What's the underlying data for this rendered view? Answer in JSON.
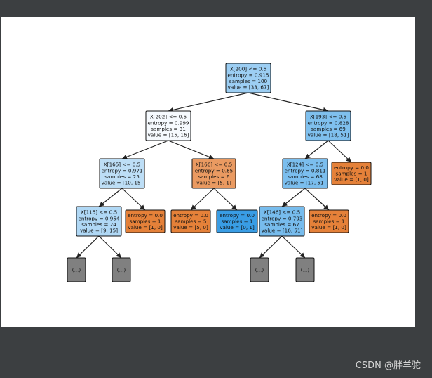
{
  "nodes": [
    {
      "id": "n0",
      "lines": [
        "X[200] <= 0.5",
        "entropy = 0.915",
        "samples = 100",
        "value = [33, 67]"
      ],
      "color": "#9ccef3"
    },
    {
      "id": "n1",
      "lines": [
        "X[202] <= 0.5",
        "entropy = 0.999",
        "samples = 31",
        "value = [15, 16]"
      ],
      "color": "#f6fafe"
    },
    {
      "id": "n2",
      "lines": [
        "X[165] <= 0.5",
        "entropy = 0.971",
        "samples = 25",
        "value = [10, 15]"
      ],
      "color": "#bddef6"
    },
    {
      "id": "n3",
      "lines": [
        "X[115] <= 0.5",
        "entropy = 0.954",
        "samples = 24",
        "value = [9, 15]"
      ],
      "color": "#b0d8f5"
    },
    {
      "id": "n4",
      "lines": [
        "(...)"
      ],
      "color": "#808080"
    },
    {
      "id": "n5",
      "lines": [
        "(...)"
      ],
      "color": "#808080"
    },
    {
      "id": "n6",
      "lines": [
        "entropy = 0.0",
        "samples = 1",
        "value = [1, 0]"
      ],
      "color": "#e58139"
    },
    {
      "id": "n7",
      "lines": [
        "X[166] <= 0.5",
        "entropy = 0.65",
        "samples = 6",
        "value = [5, 1]"
      ],
      "color": "#ea9a61"
    },
    {
      "id": "n8",
      "lines": [
        "entropy = 0.0",
        "samples = 5",
        "value = [5, 0]"
      ],
      "color": "#e58139"
    },
    {
      "id": "n9",
      "lines": [
        "entropy = 0.0",
        "samples = 1",
        "value = [0, 1]"
      ],
      "color": "#399de5"
    },
    {
      "id": "n10",
      "lines": [
        "X[193] <= 0.5",
        "entropy = 0.828",
        "samples = 69",
        "value = [18, 51]"
      ],
      "color": "#7fc0ee"
    },
    {
      "id": "n11",
      "lines": [
        "X[124] <= 0.5",
        "entropy = 0.811",
        "samples = 68",
        "value = [17, 51]"
      ],
      "color": "#7bbeee"
    },
    {
      "id": "n12",
      "lines": [
        "X[146] <= 0.5",
        "entropy = 0.793",
        "samples = 67",
        "value = [16, 51]"
      ],
      "color": "#77bced"
    },
    {
      "id": "n13",
      "lines": [
        "(...)"
      ],
      "color": "#808080"
    },
    {
      "id": "n14",
      "lines": [
        "(...)"
      ],
      "color": "#808080"
    },
    {
      "id": "n15",
      "lines": [
        "entropy = 0.0",
        "samples = 1",
        "value = [1, 0]"
      ],
      "color": "#e58139"
    },
    {
      "id": "n16",
      "lines": [
        "entropy = 0.0",
        "samples = 1",
        "value = [1, 0]"
      ],
      "color": "#e58139"
    }
  ],
  "edges": [
    [
      "n0",
      "n1"
    ],
    [
      "n0",
      "n10"
    ],
    [
      "n1",
      "n2"
    ],
    [
      "n1",
      "n7"
    ],
    [
      "n2",
      "n3"
    ],
    [
      "n2",
      "n6"
    ],
    [
      "n3",
      "n4"
    ],
    [
      "n3",
      "n5"
    ],
    [
      "n7",
      "n8"
    ],
    [
      "n7",
      "n9"
    ],
    [
      "n10",
      "n11"
    ],
    [
      "n10",
      "n16"
    ],
    [
      "n11",
      "n12"
    ],
    [
      "n11",
      "n15"
    ],
    [
      "n12",
      "n13"
    ],
    [
      "n12",
      "n14"
    ]
  ],
  "watermark": "CSDN @胖羊驼"
}
